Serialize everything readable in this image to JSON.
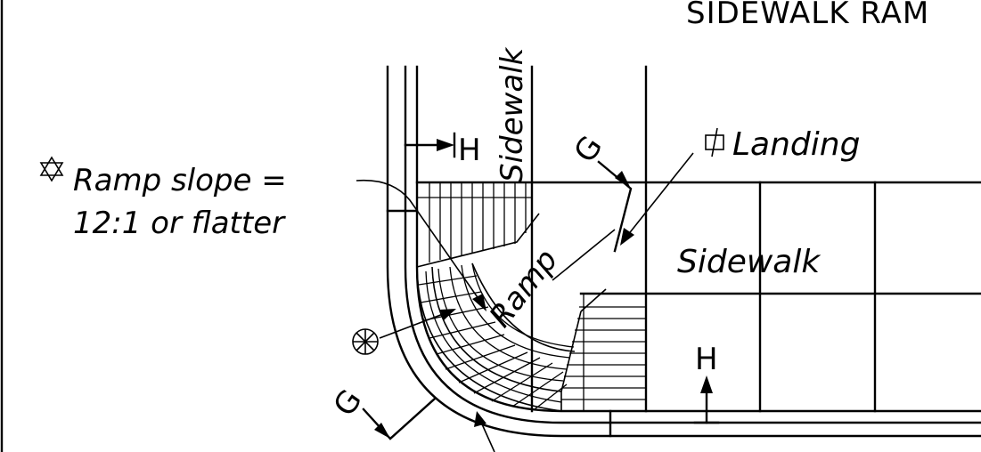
{
  "title": "SIDEWALK RAM",
  "labels": {
    "sidewalk_vertical": "Sidewalk",
    "sidewalk_horizontal": "Sidewalk",
    "landing": "Landing",
    "ramp": "Ramp",
    "ramp_slope_line1": "Ramp slope =",
    "ramp_slope_line2": "12:1 or flatter",
    "section_g_top": "G",
    "section_g_bottom": "G",
    "section_h_top": "H",
    "section_h_bottom": "H"
  },
  "symbols": {
    "landing_symbol": "centerline-icon",
    "ramp_slope_symbol": "star-of-david-icon",
    "detectable_warning_symbol": "circled-asterisk-icon"
  }
}
